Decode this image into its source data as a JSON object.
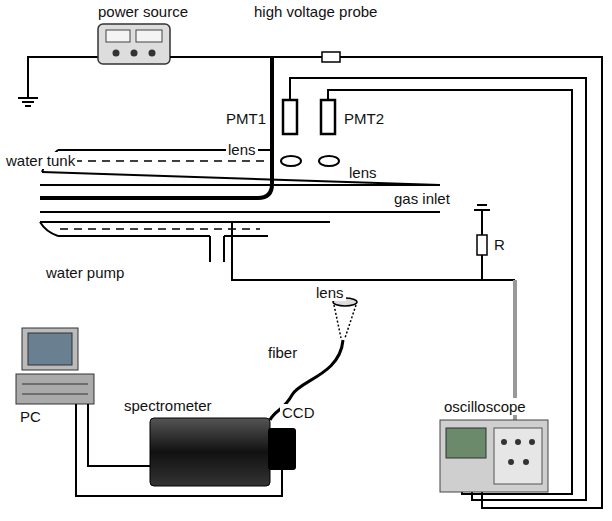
{
  "diagram": {
    "labels": [
      "power source",
      "high voltage probe",
      "PMT1",
      "PMT2",
      "water tunk",
      "lens",
      "lens",
      "gas inlet",
      "R",
      "water pump",
      "lens",
      "fiber",
      "PC",
      "spectrometer",
      "CCD",
      "oscilloscope"
    ]
  }
}
